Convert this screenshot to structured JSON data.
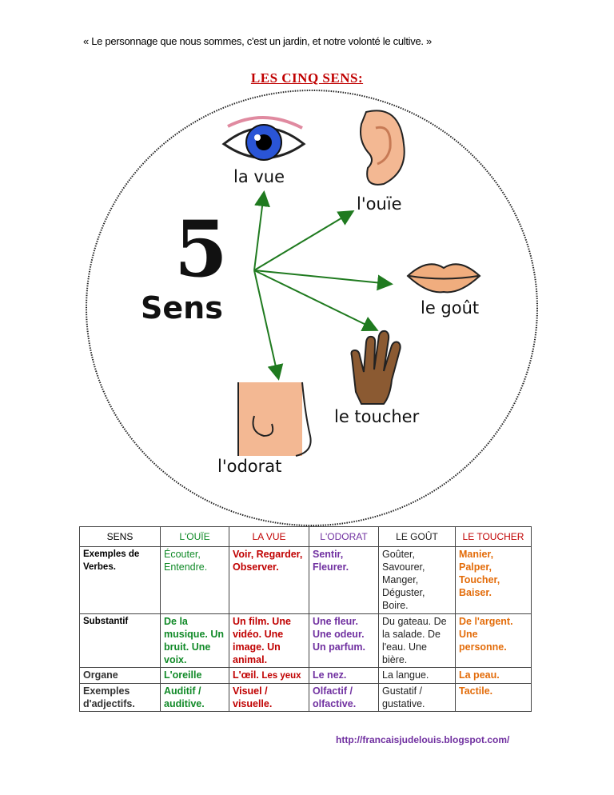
{
  "quote": "« Le personnage que nous sommes, c'est un jardin, et notre volonté le cultive. »",
  "title": "LES CINQ SENS:",
  "illustration": {
    "number": "5",
    "word": "Sens",
    "labels": {
      "vue": "la vue",
      "ouie": "l'ouïe",
      "gout": "le goût",
      "toucher": "le toucher",
      "odorat": "l'odorat"
    }
  },
  "table": {
    "headers": [
      "SENS",
      "L'OUÏE",
      "LA VUE",
      "L'ODORAT",
      "LE GOÛT",
      "LE TOUCHER"
    ],
    "verbes": {
      "label": "Exemples de Verbes.",
      "ouie": "Écouter, Entendre.",
      "vue": "Voir, Regarder, Observer.",
      "odorat": "Sentir, Fleurer.",
      "gout": "Goûter, Savourer, Manger, Déguster, Boire.",
      "toucher": "Manier, Palper, Toucher, Baiser."
    },
    "substantif": {
      "label": "Substantif",
      "ouie": "De la musique. Un bruit. Une voix.",
      "vue": "Un film. Une vidéo. Une image. Un animal.",
      "odorat": "Une fleur. Une odeur. Un parfum.",
      "gout": "Du gateau. De la salade. De l'eau. Une bière.",
      "toucher": "De l'argent. Une personne."
    },
    "organe": {
      "label": "Organe",
      "ouie": "L'oreille",
      "vue": "L'œil.",
      "vue_extra": "Les yeux",
      "odorat": "Le nez.",
      "gout": "La langue.",
      "toucher": "La peau."
    },
    "adjectifs": {
      "label": "Exemples d'adjectifs.",
      "ouie": "Auditif / auditive.",
      "vue": "Visuel / visuelle.",
      "odorat": "Olfactif / olfactive.",
      "gout": "Gustatif / gustative.",
      "toucher": "Tactile."
    }
  },
  "url": "http://francaisjudelouis.blogspot.com/",
  "colors": {
    "title": "#c00000",
    "arrow": "#1f7a1f",
    "ouie": "#118a28",
    "vue": "#c00000",
    "odorat": "#7030a0",
    "toucher": "#e36c0a"
  }
}
